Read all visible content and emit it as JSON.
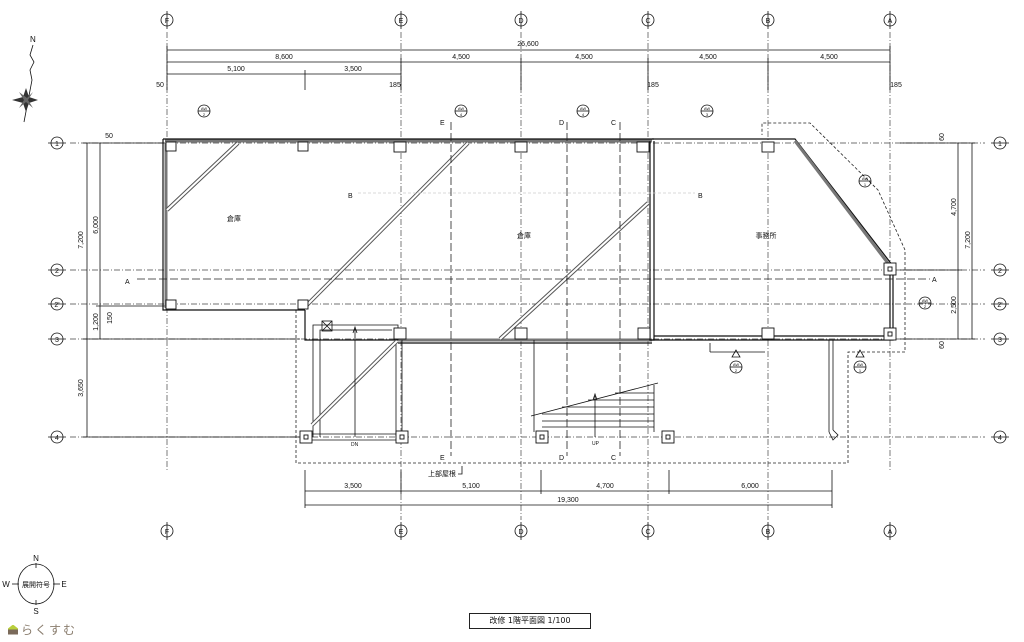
{
  "drawing": {
    "title": "改修 1階平面図 1/100",
    "logo_text": "らくすむ",
    "north_label": "N",
    "compass": {
      "label": "展開符号",
      "n": "N",
      "e": "E",
      "s": "S",
      "w": "W"
    },
    "grid_columns": [
      "F",
      "E",
      "D",
      "C",
      "B",
      "A"
    ],
    "grid_rows": [
      "1",
      "2",
      "2'",
      "3",
      "4"
    ],
    "rooms": [
      "倉庫",
      "倉庫",
      "事務所"
    ],
    "roof_note": "上部屋根",
    "section_marks": [
      "A",
      "B",
      "C",
      "D",
      "E"
    ],
    "elevation_marks": [
      {
        "top": "AW",
        "bottom": "2"
      },
      {
        "top": "AW",
        "bottom": "4"
      },
      {
        "top": "AW",
        "bottom": "4"
      },
      {
        "top": "AW",
        "bottom": "3"
      },
      {
        "top": "AW",
        "bottom": "1"
      },
      {
        "top": "AW",
        "bottom": "2"
      },
      {
        "top": "AW",
        "bottom": "2"
      },
      {
        "top": "AW",
        "bottom": "1"
      }
    ],
    "stair_labels": {
      "down": "DN",
      "up": "UP"
    },
    "dims_top": {
      "overall": "26,600",
      "row2": [
        "8,600",
        "4,500",
        "4,500",
        "4,500",
        "4,500"
      ],
      "row3": [
        "5,100",
        "3,500"
      ],
      "offsets": [
        "50",
        "185",
        "185",
        "185"
      ]
    },
    "dims_left": {
      "outer": [
        "7,200",
        "3,650"
      ],
      "inner": [
        "6,000",
        "1,200"
      ],
      "offsets": [
        "50",
        "150"
      ]
    },
    "dims_right": {
      "inner": [
        "4,700",
        "2,500"
      ],
      "outer": "7,200",
      "offsets": [
        "60",
        "60"
      ]
    },
    "dims_bottom": {
      "row1": [
        "3,500",
        "5,100",
        "4,700",
        "6,000"
      ],
      "overall": "19,300"
    }
  }
}
